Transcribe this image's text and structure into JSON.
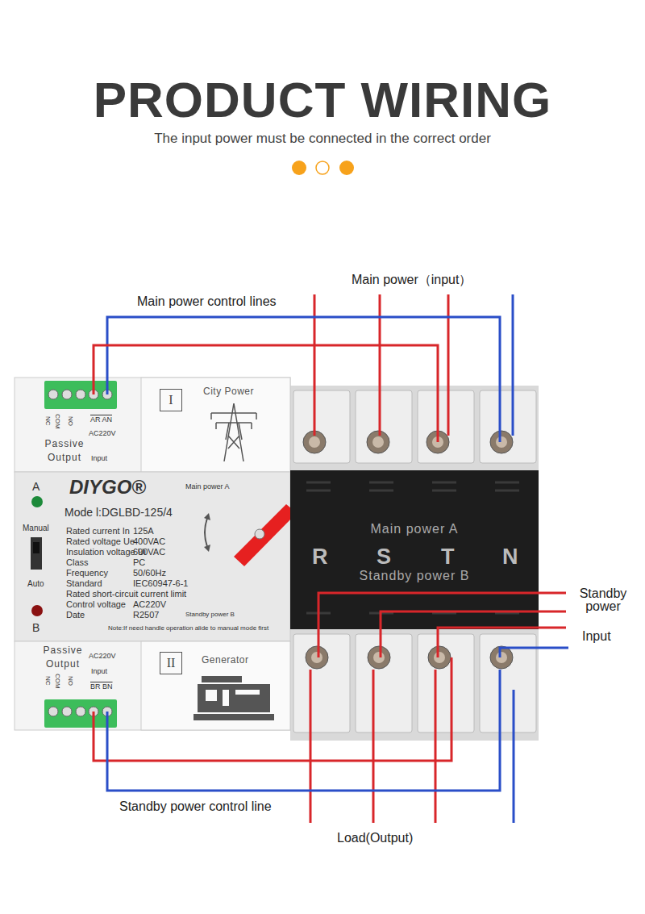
{
  "diagram": {
    "title": "PRODUCT WIRING",
    "caption": "The input power must be connected in the correct order",
    "nodes": [
      {
        "text": [
          "I"
        ]
      },
      {
        "text": [
          "II"
        ]
      },
      {
        "text": [
          "Main power A",
          "R",
          "S",
          "T",
          "N",
          "Standby power B"
        ]
      }
    ],
    "labels": [
      "Main power（input）",
      "Main power control lines",
      "Standby power",
      "Input",
      "Standby power control line",
      "Load(Output)",
      "City Power",
      "NC",
      "COM",
      "NO",
      "AR AN",
      "Passive Output",
      "AC220V",
      "Input",
      "A",
      "Manual",
      "Auto",
      "B",
      "DIYGO®",
      "Main power A",
      "Mode l:DGLBD-125/4",
      "Rated current In",
      "125A",
      "Rated voltage Ue",
      "400VAC",
      "Insulation voltage Ui",
      "690VAC",
      "Class",
      "PC",
      "Frequency",
      "50/60Hz",
      "Standard",
      "IEC60947-6-1",
      "Rated short-circuit current limit",
      "Control voltage",
      "AC220V",
      "Date",
      "R2507",
      "Standby power B",
      "Note:If need handle operation alide to manual mode first",
      "Passive Output",
      "AC220V",
      "Input",
      "NC",
      "COM",
      "NO",
      "BR BN",
      "Generator"
    ]
  }
}
